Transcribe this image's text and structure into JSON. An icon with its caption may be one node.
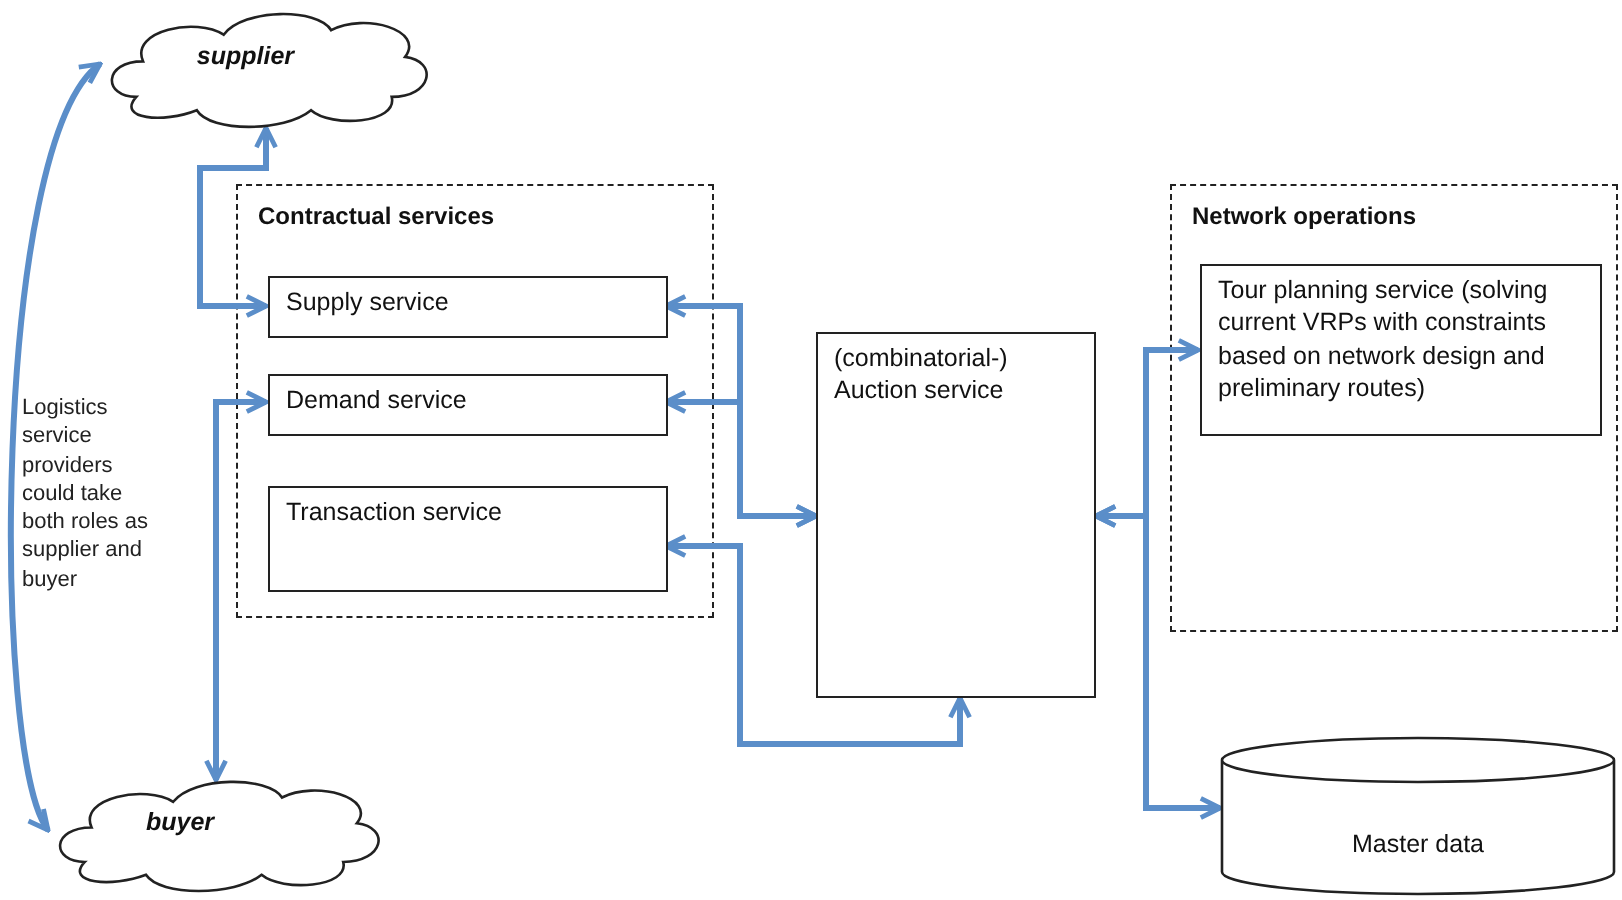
{
  "diagram": {
    "nodes": [
      {
        "text": [
          "supplier"
        ]
      },
      {
        "text": [
          "Contractual services"
        ]
      },
      {
        "text": [
          "Supply service"
        ],
        "in": 1
      },
      {
        "text": [
          "Demand service"
        ],
        "in": 1
      },
      {
        "text": [
          "Transaction service"
        ],
        "in": 1
      },
      {
        "text": [
          "(combinatorial-) Auction service"
        ]
      },
      {
        "text": [
          "Network operations"
        ]
      },
      {
        "text": [
          "Tour planning service (solving current VRPs with constraints based on network design and preliminary routes)"
        ],
        "in": 6
      },
      {
        "text": [
          "Master data"
        ]
      },
      {
        "text": [
          "buyer"
        ]
      }
    ],
    "edges": [
      {
        "from": 0,
        "to": 2,
        "arrow": "both"
      },
      {
        "from": 0,
        "to": 9,
        "arrow": "both"
      },
      {
        "from": 5,
        "to": 2,
        "arrow": "both"
      },
      {
        "from": 5,
        "to": 3,
        "arrow": "both"
      },
      {
        "from": 3,
        "to": 9,
        "arrow": "both"
      },
      {
        "from": 4,
        "to": 5,
        "arrow": "both"
      },
      {
        "from": 5,
        "to": 7,
        "arrow": "both"
      },
      {
        "from": 5,
        "to": 8,
        "arrow": "both"
      }
    ],
    "labels": [
      "Logistics service providers could take both roles as supplier and buyer"
    ]
  }
}
